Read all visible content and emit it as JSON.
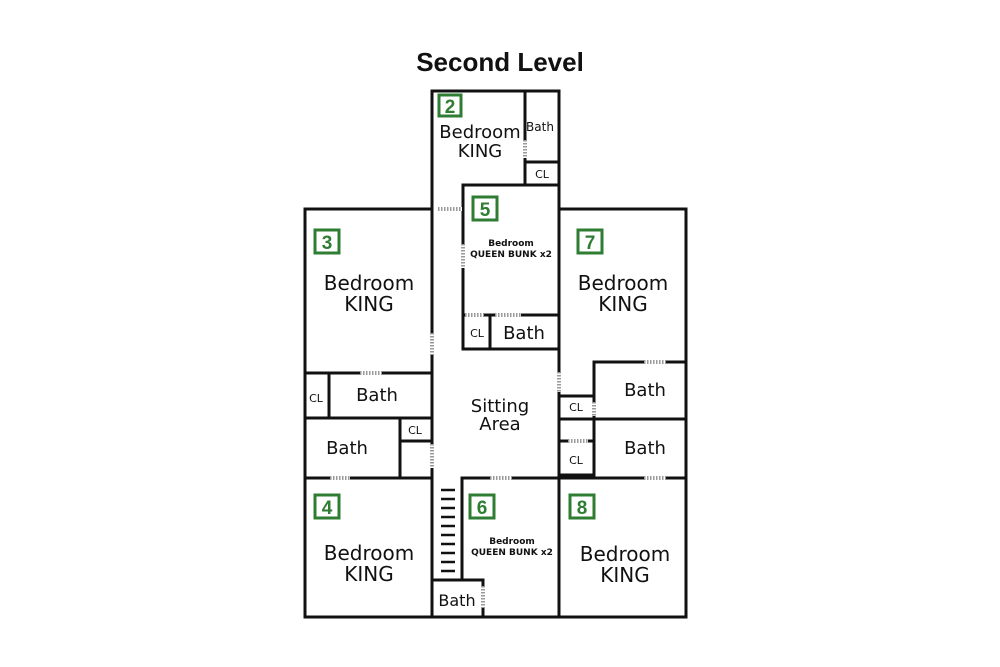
{
  "title": "Second Level",
  "badges": [
    "2",
    "3",
    "4",
    "5",
    "6",
    "7",
    "8"
  ],
  "rooms": {
    "r2": {
      "line1": "Bedroom",
      "line2": "KING"
    },
    "r3": {
      "line1": "Bedroom",
      "line2": "KING"
    },
    "r4": {
      "line1": "Bedroom",
      "line2": "KING"
    },
    "r5": {
      "line1": "Bedroom",
      "line2": "QUEEN BUNK x2"
    },
    "r6": {
      "line1": "Bedroom",
      "line2": "QUEEN BUNK x2"
    },
    "r7": {
      "line1": "Bedroom",
      "line2": "KING"
    },
    "r8": {
      "line1": "Bedroom",
      "line2": "KING"
    },
    "sitting": {
      "line1": "Sitting",
      "line2": "Area"
    }
  },
  "bath_label": "Bath",
  "closet_label": "CL",
  "colors": {
    "badge": "#2e7d32",
    "wall": "#111111"
  }
}
